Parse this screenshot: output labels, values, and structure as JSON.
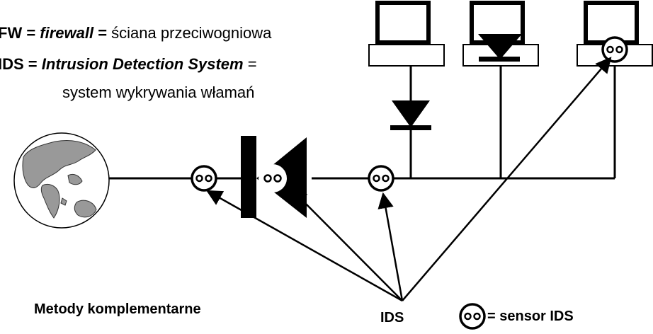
{
  "legend_text": {
    "line1": {
      "abbr": "FW",
      "eq1": " = ",
      "term": "firewall",
      "eq2": " = ",
      "meaning": "ściana przeciwogniowa"
    },
    "line2": {
      "abbr": "IDS",
      "eq1": " = ",
      "term": "Intrusion Detection System",
      "eq2": " ="
    },
    "line3": "system wykrywania włamań"
  },
  "captions": {
    "method": "Metody komplementarne",
    "ids": "IDS",
    "sensor_key": "= sensor IDS"
  },
  "colors": {
    "ink": "#000000",
    "globe_land": "#888888",
    "paper": "#ffffff"
  }
}
